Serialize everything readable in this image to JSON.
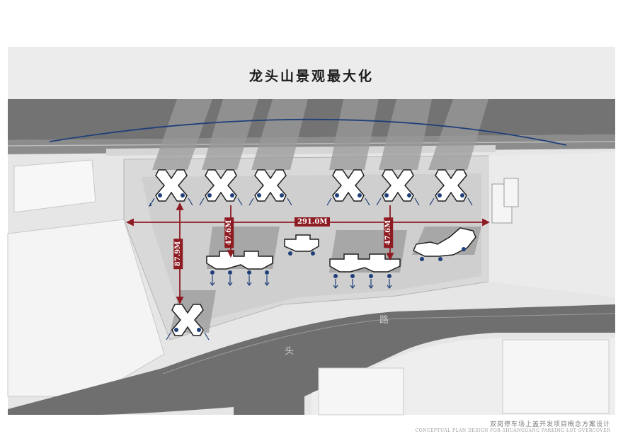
{
  "title": "龙头山景观最大化",
  "dimensions": {
    "horizontal": "291.0M",
    "vertical_left": "87.9M",
    "vertical_mid": "47.6M",
    "vertical_right": "47.6M"
  },
  "road_labels": [
    "路",
    "头"
  ],
  "footer": {
    "cn": "双岗停车场上盖开发项目概念方案设计",
    "en": "CONCEPTUAL PLAN DESIGN FOR SHUANGGANG PARKING LOT OVERCOVER"
  },
  "colors": {
    "dimension_red": "#8e1b22",
    "arc_blue": "#1f3f7a",
    "road_grey": "#6e6e6e",
    "shadow_grey": "#9a9a9a"
  }
}
